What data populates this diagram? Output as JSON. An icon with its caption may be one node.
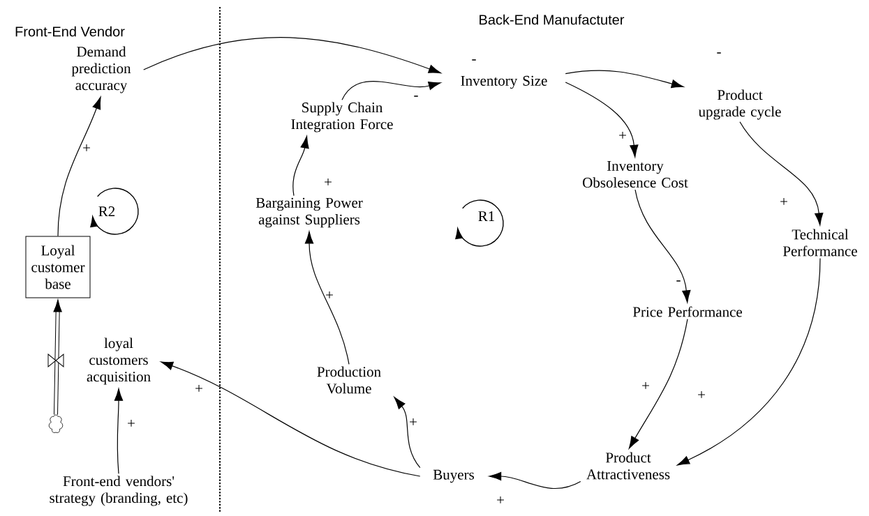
{
  "diagram": {
    "nodes": [
      {
        "text": [
          "Demand prediction accuracy"
        ]
      },
      {
        "text": [
          "Inventory Size"
        ]
      },
      {
        "text": [
          "Product upgrade cycle"
        ]
      },
      {
        "text": [
          "Supply Chain Integration Force"
        ]
      },
      {
        "text": [
          "Inventory Obsolesence Cost"
        ]
      },
      {
        "text": [
          "Loyal customer base"
        ]
      },
      {
        "text": [
          "Technical Performance"
        ]
      },
      {
        "text": [
          "Bargaining Power against Suppliers"
        ]
      },
      {
        "text": [
          "Price Performance"
        ]
      },
      {
        "text": [
          "loyal customers acquisition"
        ]
      },
      {
        "text": [
          "Production Volume"
        ]
      },
      {
        "text": [
          "Product Attractiveness"
        ]
      },
      {
        "text": [
          "Buyers"
        ]
      },
      {
        "text": [
          "Front-end vendors' strategy (branding, etc)"
        ]
      },
      {
        "text": [],
        "shape": "cloud"
      }
    ],
    "edges": [
      {
        "from": 0,
        "to": 1,
        "arrow": "to",
        "label": "-"
      },
      {
        "from": 1,
        "to": 2,
        "arrow": "to",
        "label": "-"
      },
      {
        "from": 1,
        "to": 4,
        "arrow": "to",
        "label": "+"
      },
      {
        "from": 2,
        "to": 6,
        "arrow": "to",
        "label": "+"
      },
      {
        "from": 4,
        "to": 8,
        "arrow": "to",
        "label": "-"
      },
      {
        "from": 6,
        "to": 11,
        "arrow": "to",
        "label": "+"
      },
      {
        "from": 8,
        "to": 11,
        "arrow": "to",
        "label": "+"
      },
      {
        "from": 11,
        "to": 12,
        "arrow": "to",
        "label": "+"
      },
      {
        "from": 12,
        "to": 10,
        "arrow": "to",
        "label": "+"
      },
      {
        "from": 12,
        "to": 9,
        "arrow": "to",
        "label": "+"
      },
      {
        "from": 10,
        "to": 7,
        "arrow": "to",
        "label": "+"
      },
      {
        "from": 7,
        "to": 3,
        "arrow": "to",
        "label": "+"
      },
      {
        "from": 3,
        "to": 1,
        "arrow": "to",
        "label": "-"
      },
      {
        "from": 5,
        "to": 0,
        "arrow": "to",
        "label": "+"
      },
      {
        "from": 13,
        "to": 9,
        "arrow": "to",
        "label": "+"
      },
      {
        "from": 14,
        "to": 5,
        "arrow": "to",
        "style": "thick"
      }
    ],
    "labels": [
      "Front-End Vendor",
      "Back-End Manufactuter",
      "R2",
      "R1"
    ]
  }
}
